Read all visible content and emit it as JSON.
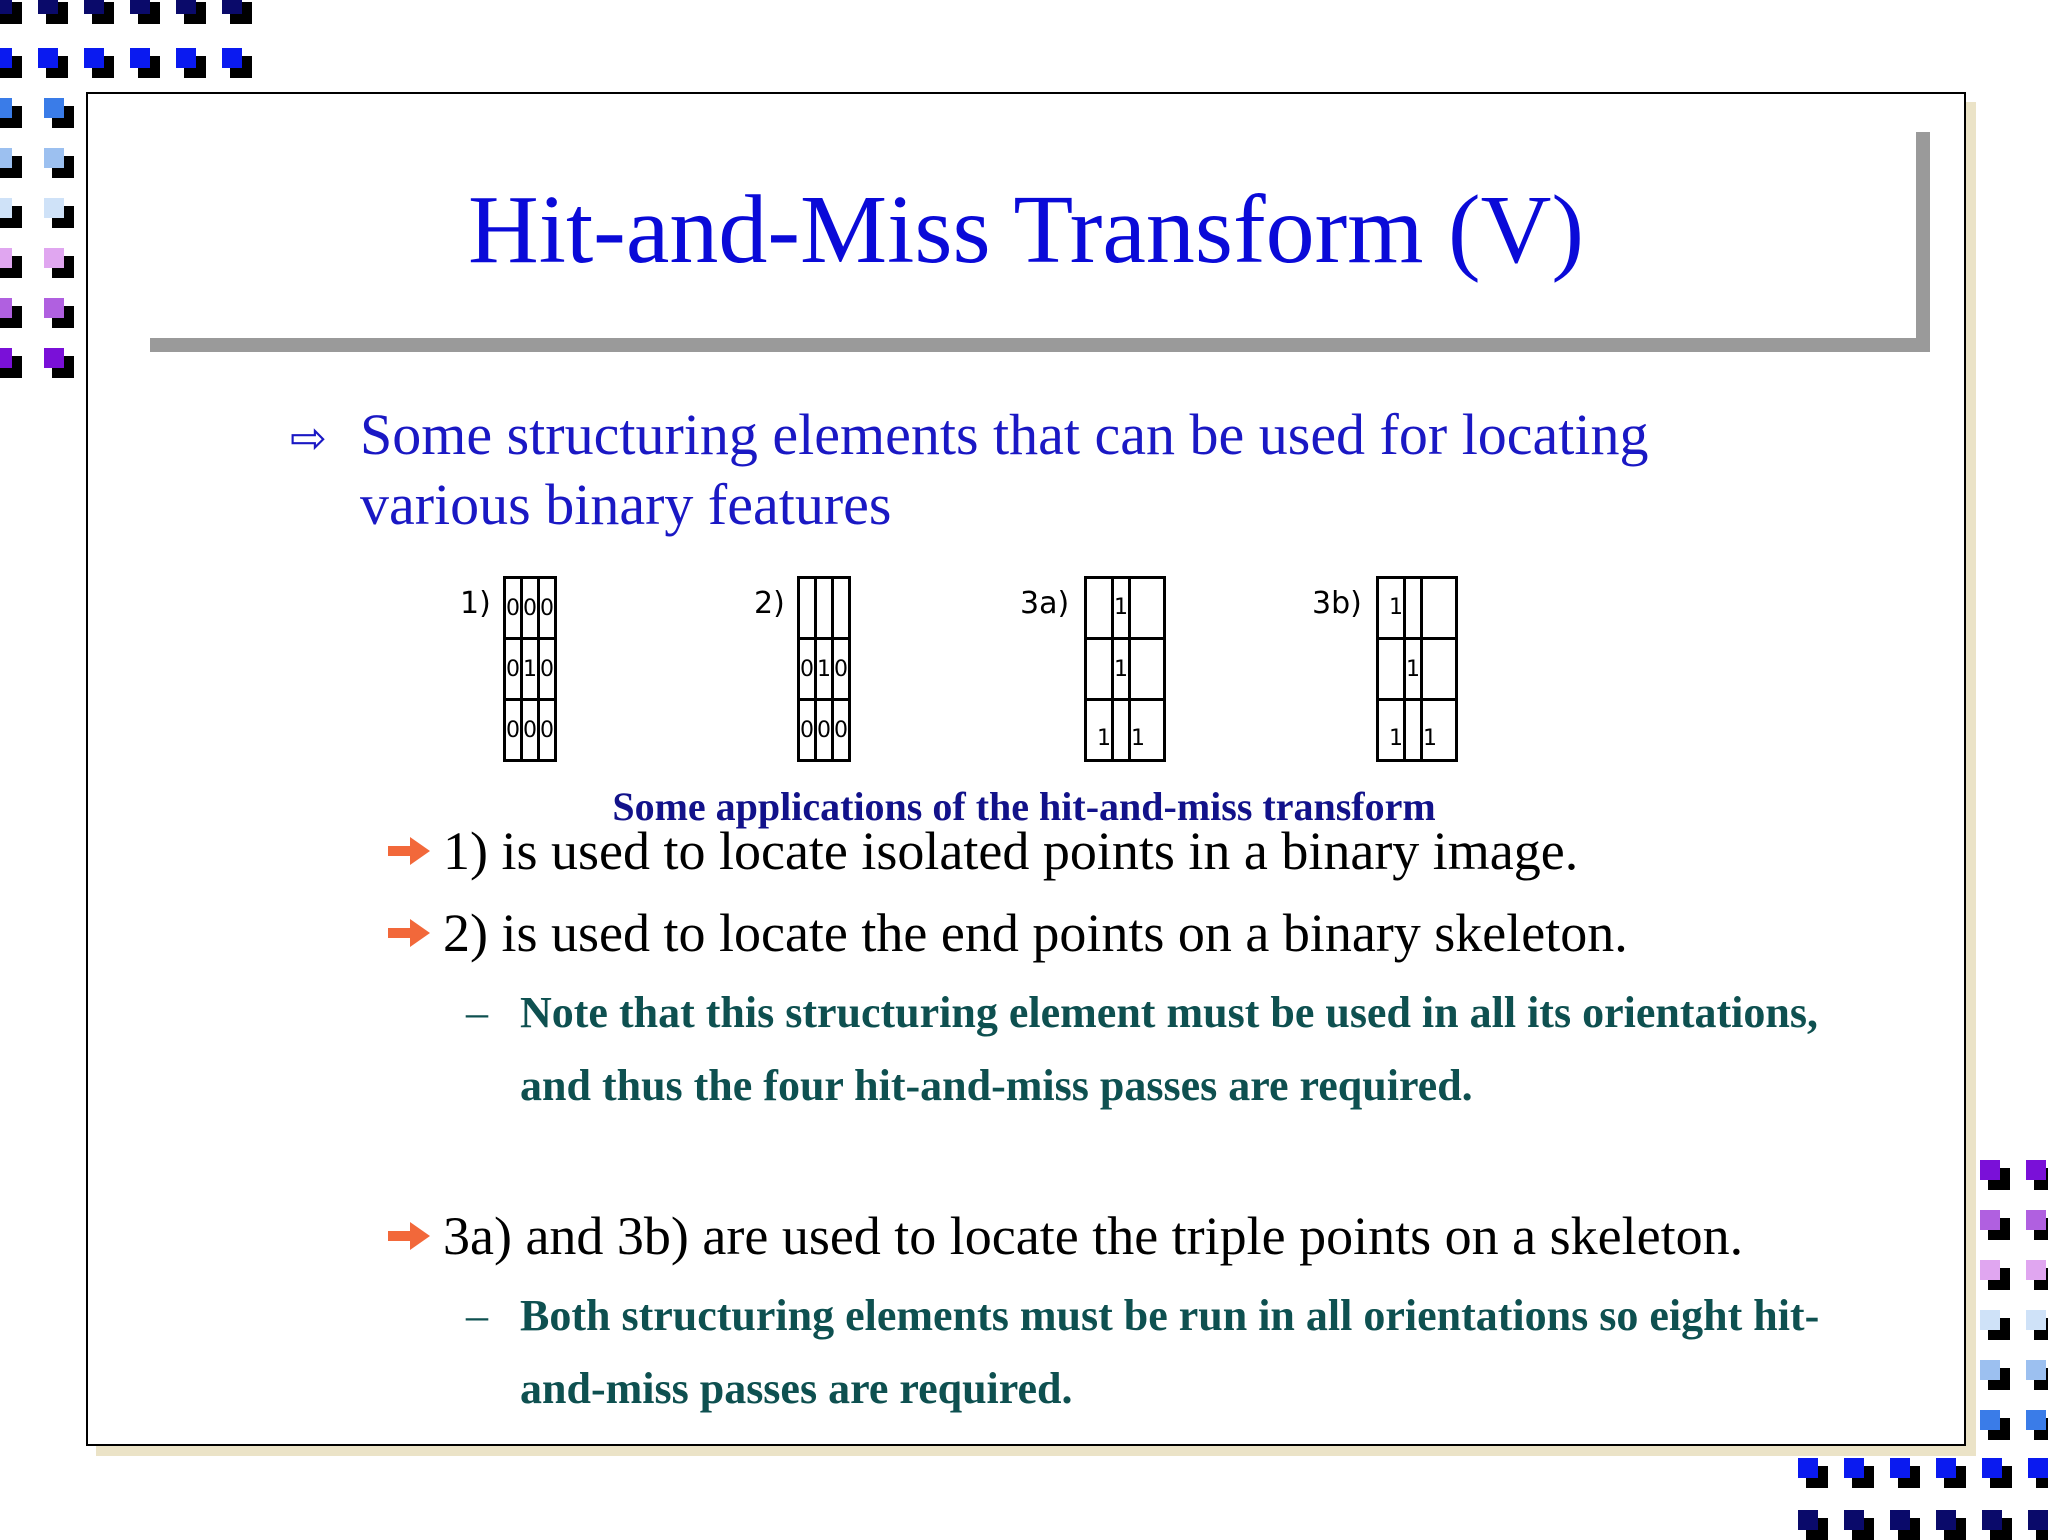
{
  "slide": {
    "title": "Hit-and-Miss Transform (V)",
    "intro": "Some structuring elements that can be used for locating various binary features",
    "caption": "Some applications of the hit-and-miss transform",
    "bullets": [
      "1) is used to locate isolated points in a binary image.",
      "2) is used to locate the end points on a binary skeleton.",
      "3a) and 3b) are used to locate the triple points on a skeleton."
    ],
    "subpoints": [
      "Note that this structuring element must be used in all its orientations, and thus the four hit-and-miss passes are required.",
      "Both structuring elements must be run in all orientations so eight hit-and-miss passes are required."
    ],
    "dash": "–"
  },
  "structuring_elements": [
    {
      "label": "1)",
      "cells": [
        [
          "0",
          "0",
          "0"
        ],
        [
          "0",
          "1",
          "0"
        ],
        [
          "0",
          "0",
          "0"
        ]
      ]
    },
    {
      "label": "2)",
      "cells": [
        [
          "",
          "",
          ""
        ],
        [
          "0",
          "1",
          "0"
        ],
        [
          "0",
          "0",
          "0"
        ]
      ]
    },
    {
      "label": "3a)",
      "cells": [
        [
          "",
          "1",
          ""
        ],
        [
          "",
          "1",
          ""
        ],
        [
          "1",
          "",
          "1"
        ]
      ]
    },
    {
      "label": "3b)",
      "cells": [
        [
          "1",
          "",
          ""
        ],
        [
          "",
          "1",
          ""
        ],
        [
          "1",
          "",
          "1"
        ]
      ]
    }
  ],
  "colors": {
    "title": "#0a0ad8",
    "intro": "#1a18c4",
    "caption": "#12128a",
    "subpoint": "#0e5050",
    "bullet_marker": "#f2683a",
    "title_shadow": "#9a9a9a",
    "frame_shadow": "#ebe3c7"
  },
  "icons": {
    "intro_marker": "outline-right-arrow-icon",
    "bullet_marker": "orange-arrow-icon"
  }
}
